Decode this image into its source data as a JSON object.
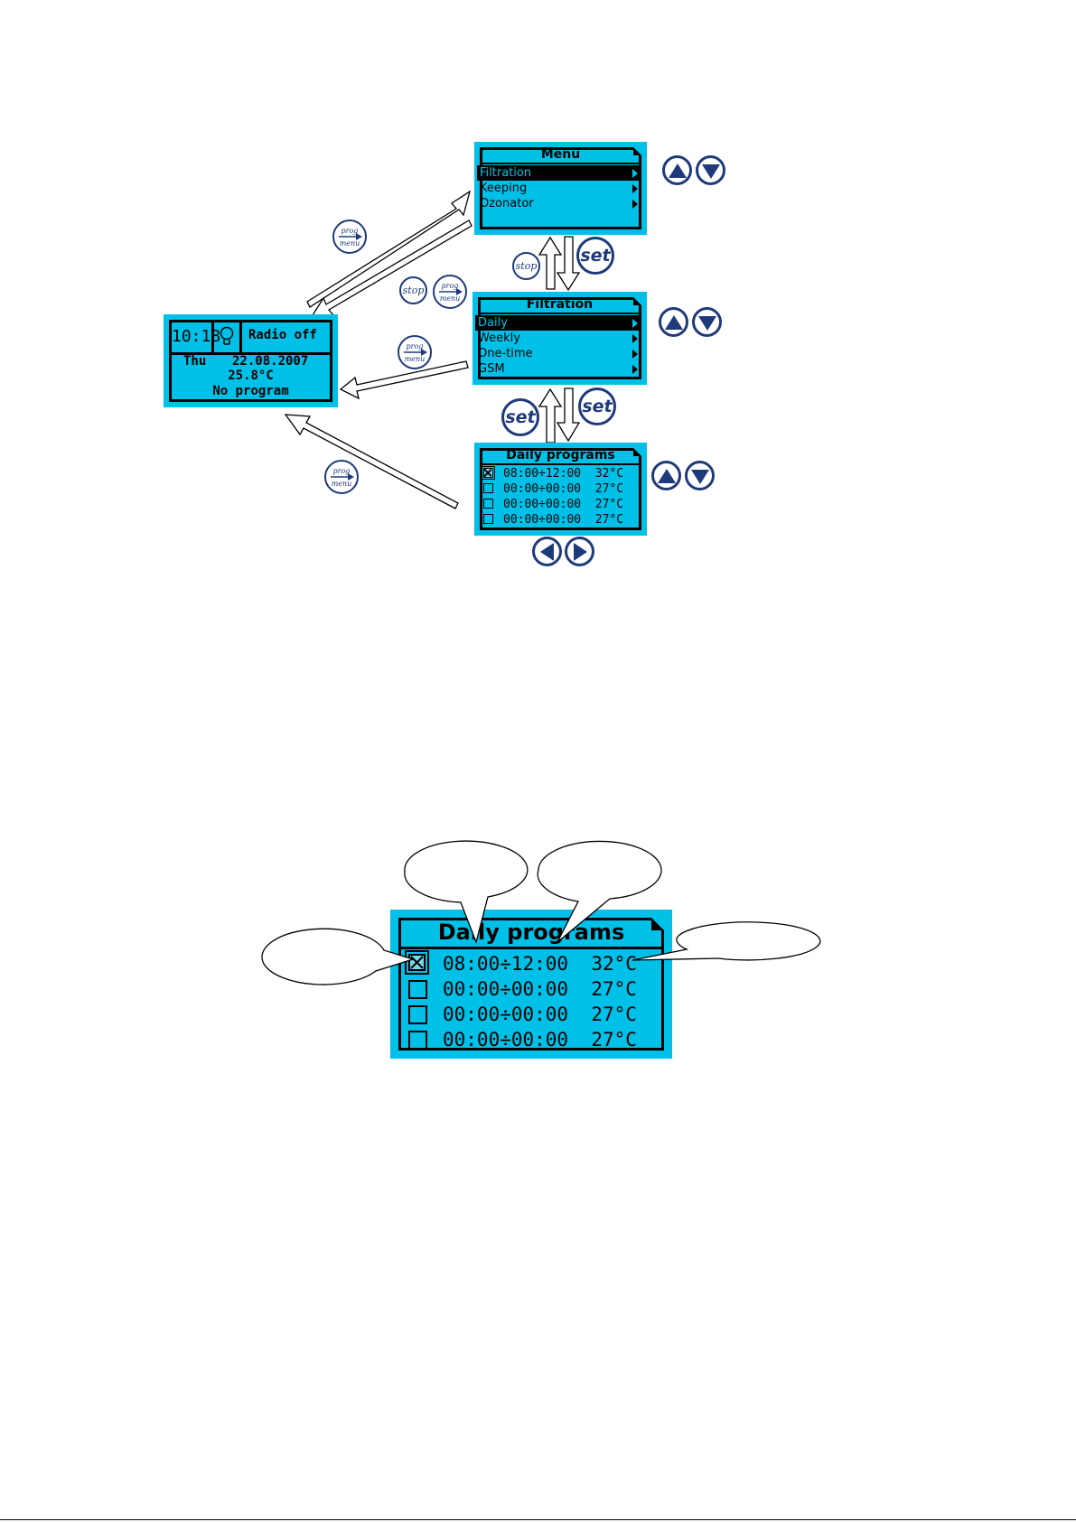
{
  "home_screen": {
    "time": "10:18",
    "icon": "bulb-icon",
    "radio": "Radio off",
    "day": "Thu",
    "date": "22.08.2007",
    "temperature": "25.8°C",
    "program": "No program"
  },
  "menu_screen": {
    "title": "Menu",
    "items": [
      "Filtration",
      "Keeping",
      "Ozonator"
    ],
    "selected": 0
  },
  "filtration_screen": {
    "title": "Filtration",
    "items": [
      "Daily",
      "Weekly",
      "One-time",
      "GSM"
    ],
    "selected": 0
  },
  "daily_screen": {
    "title": "Daily programs",
    "rows": [
      {
        "checked": true,
        "text": "08:00÷12:00  32°C"
      },
      {
        "checked": false,
        "text": "00:00÷00:00  27°C"
      },
      {
        "checked": false,
        "text": "00:00÷00:00  27°C"
      },
      {
        "checked": false,
        "text": "00:00÷00:00  27°C"
      }
    ]
  },
  "detail_screen": {
    "title": "Daily programs",
    "rows": [
      {
        "checked": true,
        "text": "08:00÷12:00  32°C"
      },
      {
        "checked": false,
        "text": "00:00÷00:00  27°C"
      },
      {
        "checked": false,
        "text": "00:00÷00:00  27°C"
      },
      {
        "checked": false,
        "text": "00:00÷00:00  27°C"
      }
    ]
  },
  "buttons": {
    "set": "set",
    "stop": "stop",
    "prog": "prog",
    "menu": "menu"
  },
  "colors": {
    "lcd": "#00c0e8",
    "button_border": "#1f3a7a"
  }
}
